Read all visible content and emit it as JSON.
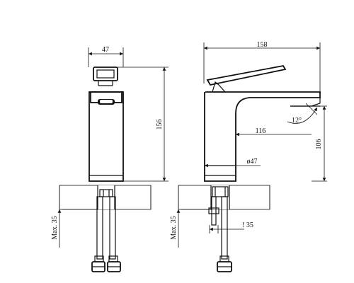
{
  "dimensions": {
    "front_width": "47",
    "front_height": "156",
    "front_max_thread": "Max. 35",
    "side_length": "158",
    "side_reach": "116",
    "side_spout_height": "106",
    "side_base_diameter": "ø47",
    "side_shank": "! 35",
    "side_max_thread": "Max. 35",
    "lever_angle": "12°"
  }
}
